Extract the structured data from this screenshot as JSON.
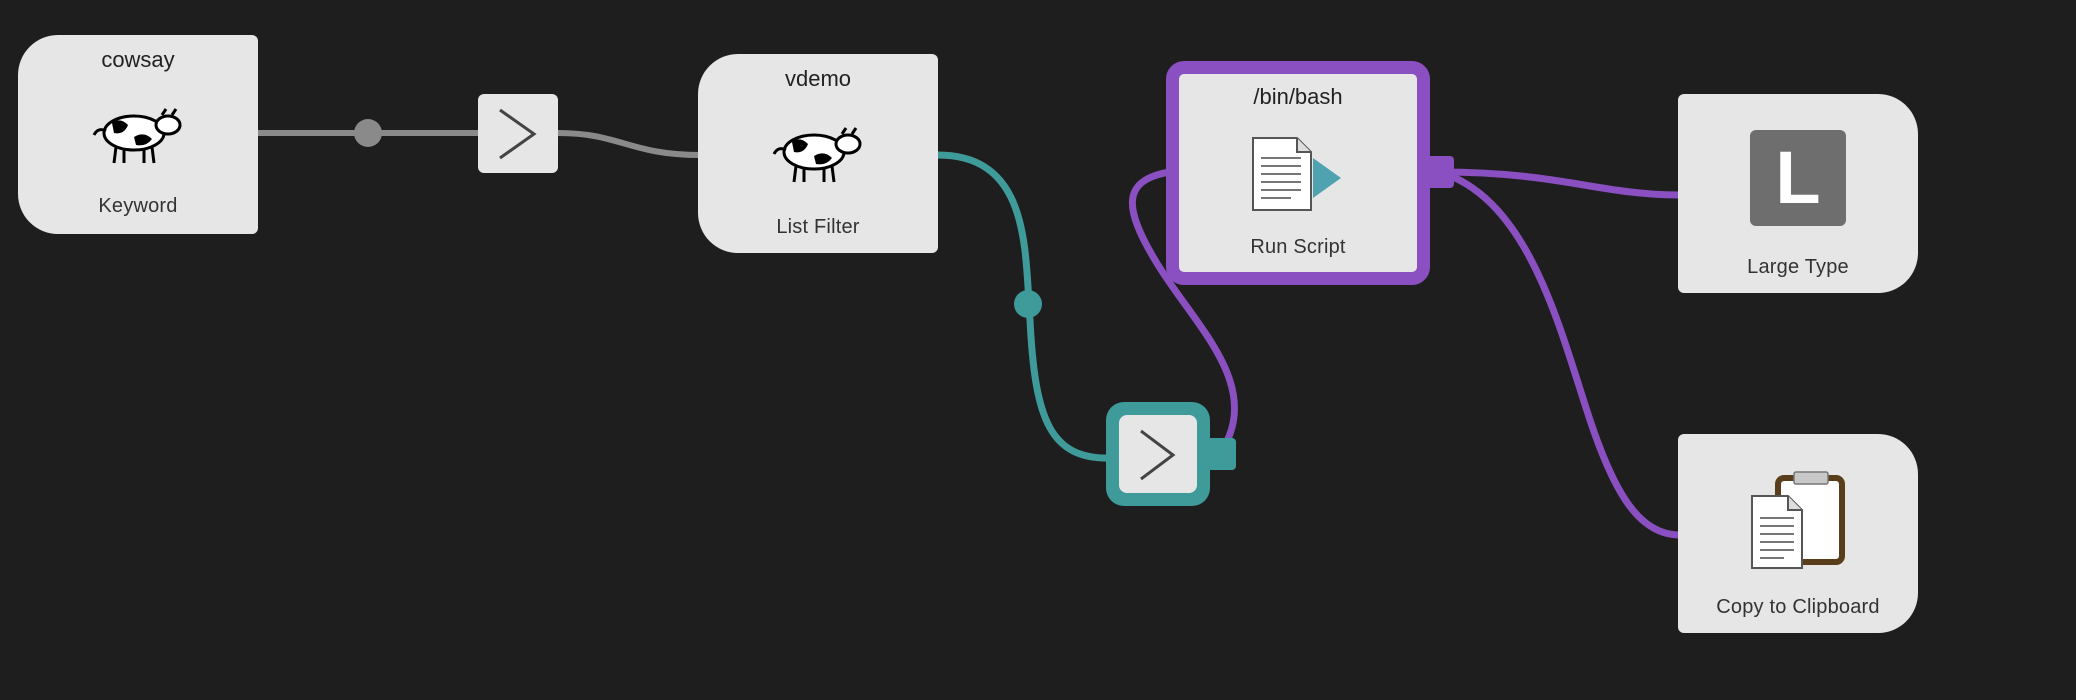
{
  "nodes": {
    "keyword": {
      "title": "cowsay",
      "subtitle": "Keyword"
    },
    "list_filter": {
      "title": "vdemo",
      "subtitle": "List Filter"
    },
    "run_script": {
      "title": "/bin/bash",
      "subtitle": "Run Script"
    },
    "large_type": {
      "subtitle": "Large Type",
      "icon_letter": "L"
    },
    "clipboard": {
      "subtitle": "Copy to Clipboard"
    }
  },
  "colors": {
    "background": "#1e1e1e",
    "node": "#e6e6e6",
    "gray_connection": "#8a8a8a",
    "teal_connection": "#3f9a9a",
    "purple_connection": "#8a4fc0"
  },
  "icons": {
    "keyword": "cow-icon",
    "list_filter": "cow-icon",
    "run_script": "script-document-icon",
    "large_type": "large-type-icon",
    "clipboard": "clipboard-icon",
    "utility": "chevron-right-icon"
  }
}
